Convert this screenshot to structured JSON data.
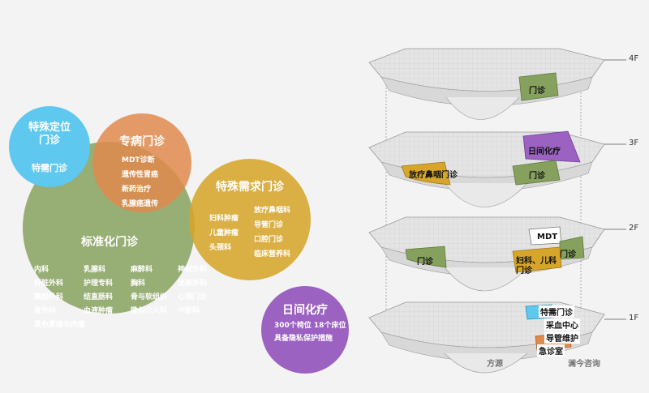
{
  "circles": {
    "special_fixed": {
      "title": "特殊定位\n门诊",
      "sub": "特需门诊",
      "color": "#5ec8ef"
    },
    "specialty": {
      "title": "专病门诊",
      "items": [
        "MDT诊断",
        "遗传性胃癌",
        "新药治疗",
        "乳腺癌遗传"
      ],
      "color": "#e08a4c"
    },
    "special_demand": {
      "title": "特殊需求门诊",
      "col1": [
        "妇科肿瘤",
        "儿童肿瘤",
        "头颈科"
      ],
      "col2": [
        "放疗鼻咽科",
        "导管门诊",
        "口腔门诊",
        "临床营养科"
      ],
      "color": "#d6a52a"
    },
    "standard": {
      "title": "标准化门诊",
      "col1": [
        "内科",
        "肝脏外科",
        "胰胆外科",
        "胃外科",
        "黑色素瘤与肉瘤"
      ],
      "col2": [
        "乳腺科",
        "护理专科",
        "结直肠科",
        "血液肿瘤"
      ],
      "col3": [
        "麻醉科",
        "胸科",
        "骨与软组织",
        "微创介入科"
      ],
      "col4": [
        "神经外科",
        "泌尿外科",
        "心理门诊",
        "中医科"
      ],
      "color": "#86a15e"
    },
    "day_chemo": {
      "title": "日间化疗",
      "lines": [
        "300个椅位  18个床位",
        "具备隐私保护措施"
      ],
      "color": "#9b62c1"
    }
  },
  "floors": {
    "f4": {
      "label": "4F",
      "tags": [
        "门诊"
      ]
    },
    "f3": {
      "label": "3F",
      "tags": [
        "日间化疗",
        "放疗鼻咽门诊",
        "门诊"
      ]
    },
    "f2": {
      "label": "2F",
      "tags": [
        "MDT",
        "门诊",
        "门诊",
        "妇科、儿科\n门诊"
      ]
    },
    "f1": {
      "label": "1F",
      "tags": [
        "特需门诊",
        "采血中心",
        "导管维护",
        "急诊室"
      ]
    }
  },
  "logos": {
    "left": "方源",
    "right": "澜今咨询"
  }
}
